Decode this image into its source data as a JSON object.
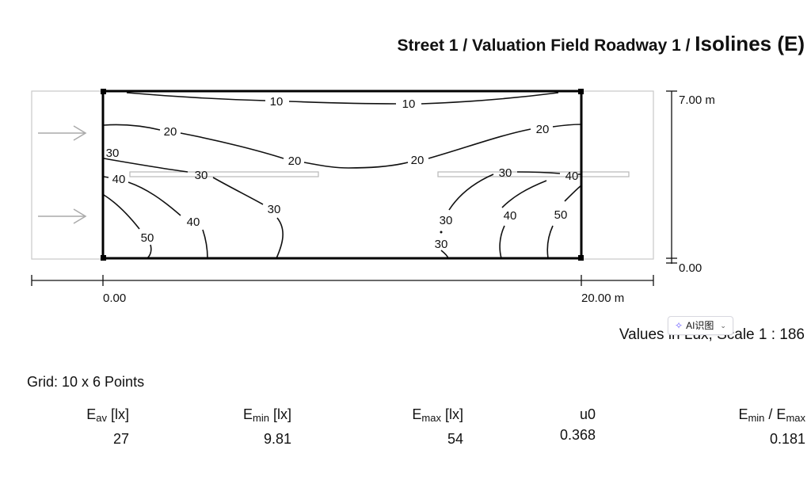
{
  "header": {
    "title_prefix": "Street 1 / Valuation Field Roadway 1 /",
    "title_main": "Isolines (E)"
  },
  "plot": {
    "contour_labels": [
      {
        "id": "c10a",
        "text": "10"
      },
      {
        "id": "c10b",
        "text": "10"
      },
      {
        "id": "c20a",
        "text": "20"
      },
      {
        "id": "c20b",
        "text": "20"
      },
      {
        "id": "c20c",
        "text": "20"
      },
      {
        "id": "c20d",
        "text": "20"
      },
      {
        "id": "c30a",
        "text": "30"
      },
      {
        "id": "c30b",
        "text": "30"
      },
      {
        "id": "c30c",
        "text": "30"
      },
      {
        "id": "c30d",
        "text": "30"
      },
      {
        "id": "c30e",
        "text": "30"
      },
      {
        "id": "c30f",
        "text": "30"
      },
      {
        "id": "c40a",
        "text": "40"
      },
      {
        "id": "c40b",
        "text": "40"
      },
      {
        "id": "c40c",
        "text": "40"
      },
      {
        "id": "c40d",
        "text": "40"
      },
      {
        "id": "c50a",
        "text": "50"
      },
      {
        "id": "c50b",
        "text": "50"
      }
    ],
    "dim_x_start": "0.00",
    "dim_x_end": "20.00 m",
    "dim_y_top": "7.00 m",
    "dim_y_bottom": "0.00"
  },
  "scale_note": "Values in Lux, Scale 1 : 186",
  "ai_badge": {
    "label": "AI识图"
  },
  "grid_note": "Grid: 10 x 6 Points",
  "stats": {
    "eav_label": "E",
    "eav_sub": "av",
    "eav_unit": " [lx]",
    "eav_value": "27",
    "emin_label": "E",
    "emin_sub": "min",
    "emin_unit": " [lx]",
    "emin_value": "9.81",
    "emax_label": "E",
    "emax_sub": "max",
    "emax_unit": " [lx]",
    "emax_value": "54",
    "u0_label": "u0",
    "u0_value": "0.368",
    "ratio_label_a": "E",
    "ratio_sub_a": "min",
    "ratio_sep": " / ",
    "ratio_label_b": "E",
    "ratio_sub_b": "max",
    "ratio_value": "0.181"
  }
}
